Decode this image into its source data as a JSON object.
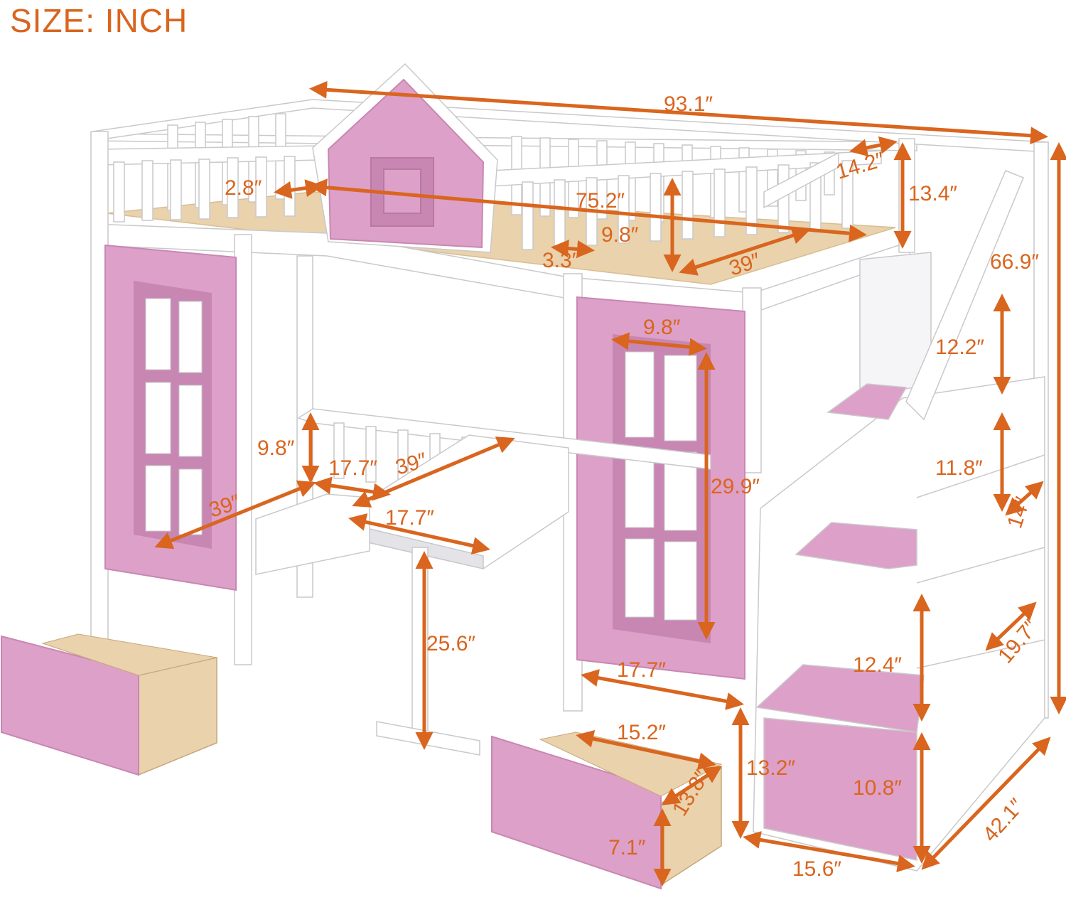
{
  "title": "SIZE: INCH",
  "colors": {
    "accent": "#D9651E",
    "frame": "#FFFFFF",
    "frame_edge": "#C9C9CC",
    "pink": "#DDA0C8",
    "pink_dark": "#C887B2",
    "wood": "#E9D2AC",
    "shadow": "#E4E4E8"
  },
  "dimensions": {
    "total_length": "93.1″",
    "guardrail_height": "14.2″",
    "rail_gap_top": "13.4″",
    "slat_gap": "2.8″",
    "mattress_length": "75.2″",
    "mattress_height": "9.8″",
    "post_width": "3.3″",
    "mattress_width": "39″",
    "total_height": "66.9″",
    "window_width": "9.8″",
    "stair_top_step": "12.2″",
    "stair_mid_step": "11.8″",
    "stair_depth": "14″",
    "desk_rail_height": "9.8″",
    "desk_depth_left": "17.7″",
    "desk_length_left": "39″",
    "desk_length_right": "39″",
    "desk_depth_right": "17.7″",
    "window_height": "29.9″",
    "panel_bottom_width": "17.7″",
    "desk_leg_height": "25.6″",
    "stair_storage_width": "19.7″",
    "stair_low_step": "12.4″",
    "drawer_length": "15.2″",
    "drawer_depth": "13.8″",
    "drawer_height": "7.1″",
    "stair_bottom_height": "13.2″",
    "stair_bottom_step": "10.8″",
    "stair_width": "15.6″",
    "stair_length": "42.1″"
  }
}
